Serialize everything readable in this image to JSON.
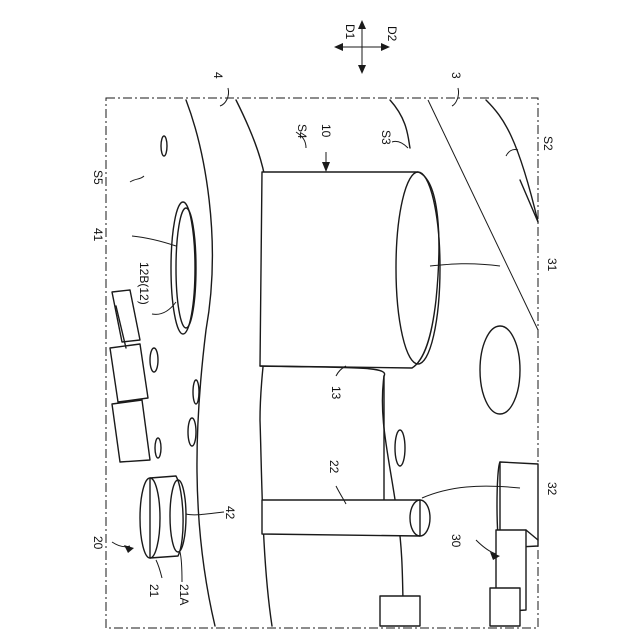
{
  "direction_labels": {
    "d1": "D1",
    "d2": "D2"
  },
  "labels": {
    "l4": "4",
    "l3": "3",
    "s4": "S4",
    "l10": "10",
    "s3": "S3",
    "s2": "S2",
    "s5": "S5",
    "l41": "41",
    "l12b": "12B(12)",
    "l31": "31",
    "l13": "13",
    "l22": "22",
    "l32": "32",
    "l42": "42",
    "l20": "20",
    "l30": "30",
    "l21": "21",
    "l21a": "21A"
  }
}
